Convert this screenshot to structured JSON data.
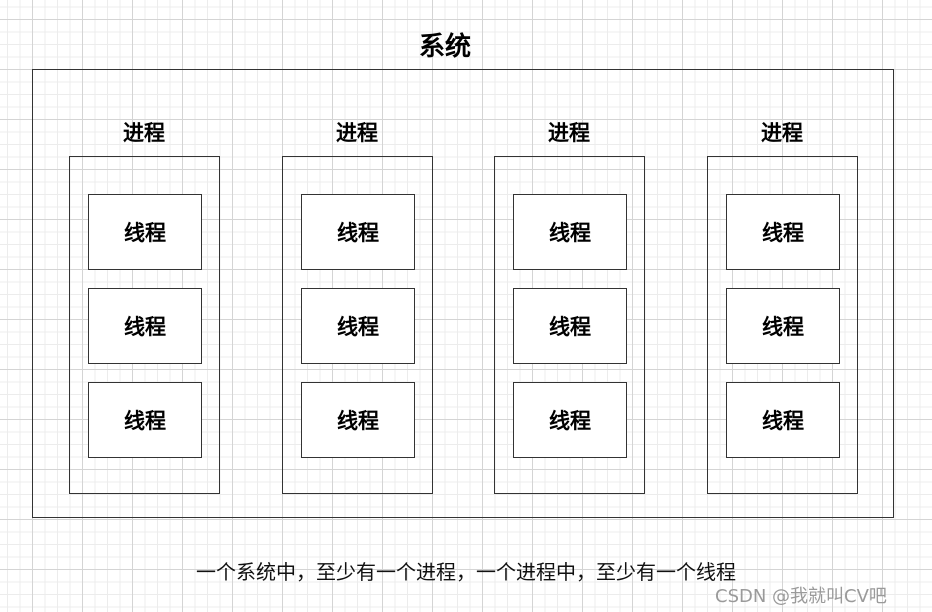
{
  "title": "系统",
  "processes": [
    {
      "label": "进程",
      "threads": [
        "线程",
        "线程",
        "线程"
      ]
    },
    {
      "label": "进程",
      "threads": [
        "线程",
        "线程",
        "线程"
      ]
    },
    {
      "label": "进程",
      "threads": [
        "线程",
        "线程",
        "线程"
      ]
    },
    {
      "label": "进程",
      "threads": [
        "线程",
        "线程",
        "线程"
      ]
    }
  ],
  "caption": "一个系统中，至少有一个进程，一个进程中，至少有一个线程",
  "watermark": "CSDN @我就叫CV吧"
}
